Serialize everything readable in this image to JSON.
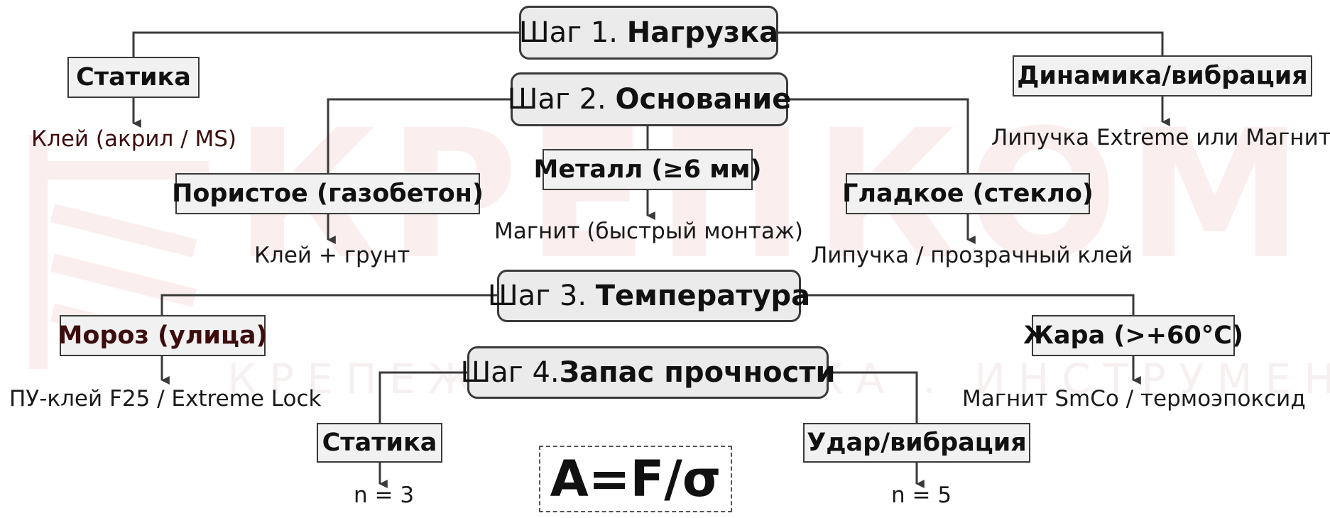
{
  "watermark": {
    "brand": "КРЕПКОМ",
    "tagline": "КРЕПЕЖ . ОСНАСТКА . ИНСТРУМЕНТ"
  },
  "steps": [
    {
      "prefix": "Шаг 1.",
      "title": "Нагрузка"
    },
    {
      "prefix": "Шаг 2.",
      "title": "Основание"
    },
    {
      "prefix": "Шаг 3.",
      "title": "Температура"
    },
    {
      "prefix": "Шаг 4.",
      "title": "Запас прочности"
    }
  ],
  "step1": {
    "left": {
      "label": "Статика",
      "result": "Клей (акрил / MS)"
    },
    "right": {
      "label": "Динамика/вибрация",
      "result": "Липучка Extreme или Магнит"
    }
  },
  "step2": {
    "left": {
      "label": "Пористое (газобетон)",
      "result": "Клей + грунт"
    },
    "middle": {
      "label": "Металл (≥6 мм)",
      "result": "Магнит (быстрый монтаж)"
    },
    "right": {
      "label": "Гладкое (стекло)",
      "result": "Липучка / прозрачный клей"
    }
  },
  "step3": {
    "left": {
      "label": "Мороз (улица)",
      "result": "ПУ-клей F25 / Extreme Lock"
    },
    "right": {
      "label": "Жара (>+60°C)",
      "result": "Магнит SmCo / термоэпоксид"
    }
  },
  "step4": {
    "left": {
      "label": "Статика",
      "result": "n = 3"
    },
    "right": {
      "label": "Удар/вибрация",
      "result": "n = 5"
    }
  },
  "formula": "A=F/σ",
  "colors": {
    "line": "#3a3a3a",
    "step_fill": "#ebebeb",
    "option_fill": "#f1f1f1",
    "watermark": "#fbeeee"
  }
}
